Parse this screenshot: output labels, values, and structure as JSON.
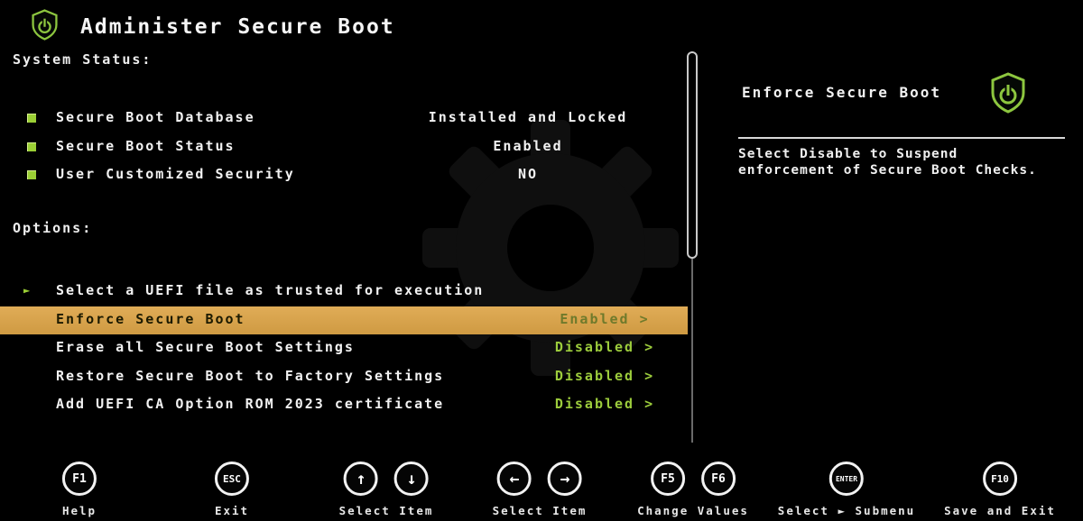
{
  "header": {
    "title": "Administer Secure Boot"
  },
  "system_status": {
    "label": "System Status:",
    "rows": [
      {
        "name": "Secure Boot Database",
        "value": "Installed and Locked"
      },
      {
        "name": "Secure Boot Status",
        "value": "Enabled"
      },
      {
        "name": "User Customized Security",
        "value": "NO"
      }
    ]
  },
  "options": {
    "label": "Options:",
    "items": [
      {
        "label": "Select a UEFI file as trusted for execution",
        "value": "",
        "selected": false
      },
      {
        "label": "Enforce Secure Boot",
        "value": "Enabled >",
        "selected": true
      },
      {
        "label": "Erase all Secure Boot Settings",
        "value": "Disabled >",
        "selected": false
      },
      {
        "label": "Restore Secure Boot to Factory Settings",
        "value": "Disabled >",
        "selected": false
      },
      {
        "label": "Add UEFI CA Option ROM 2023 certificate",
        "value": "Disabled >",
        "selected": false
      }
    ]
  },
  "help_panel": {
    "title": "Enforce Secure Boot",
    "description": "Select Disable to Suspend enforcement of Secure Boot Checks."
  },
  "footer": {
    "keys": [
      {
        "keys": [
          "F1"
        ],
        "label": "Help"
      },
      {
        "keys": [
          "ESC"
        ],
        "label": "Exit"
      },
      {
        "keys": [
          "↑",
          "↓"
        ],
        "label": "Select Item"
      },
      {
        "keys": [
          "←",
          "→"
        ],
        "label": "Select Item"
      },
      {
        "keys": [
          "F5",
          "F6"
        ],
        "label": "Change Values"
      },
      {
        "keys": [
          "ENTER"
        ],
        "label": "Select ► Submenu"
      },
      {
        "keys": [
          "F10"
        ],
        "label": "Save and Exit"
      }
    ]
  },
  "icons": {
    "submenu_arrow": "►"
  },
  "colors": {
    "background": "#000000",
    "accent_green": "#9bcf35",
    "value_green": "#9ccc3c",
    "highlight_row": "#d8a24c",
    "highlight_text": "#1c1a00",
    "highlight_value": "#6f7a2b",
    "text": "#f2f2f2"
  }
}
